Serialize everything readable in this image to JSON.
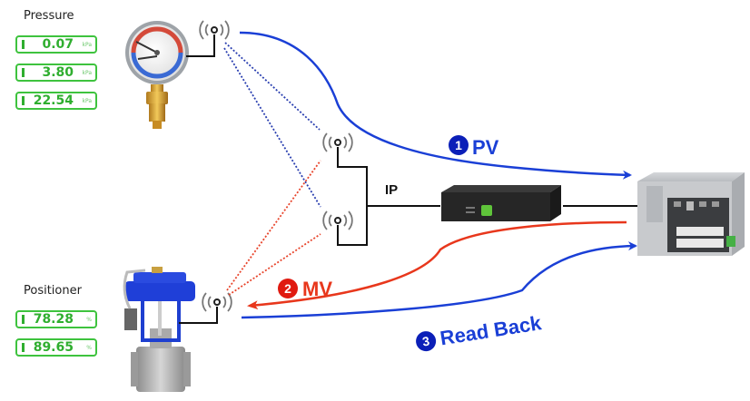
{
  "pressure": {
    "title": "Pressure",
    "readouts": [
      {
        "value": "0.07",
        "unit": "kPa"
      },
      {
        "value": "3.80",
        "unit": "kPa"
      },
      {
        "value": "22.54",
        "unit": "kPa"
      }
    ]
  },
  "positioner": {
    "title": "Positioner",
    "readouts": [
      {
        "value": "78.28",
        "unit": "%"
      },
      {
        "value": "89.65",
        "unit": "%"
      }
    ]
  },
  "network": {
    "ip_label": "IP"
  },
  "flows": {
    "pv": {
      "number": "1",
      "label": "PV",
      "color": "#1a3fd6"
    },
    "mv": {
      "number": "2",
      "label": "MV",
      "color": "#e8371c"
    },
    "readback": {
      "number": "3",
      "label": "Read Back",
      "color": "#1a3fd6"
    }
  },
  "colors": {
    "readout_green": "#3ec33e",
    "link_black": "#111111",
    "dotted_blue": "#2a3fb0",
    "dotted_red": "#e8452c"
  }
}
